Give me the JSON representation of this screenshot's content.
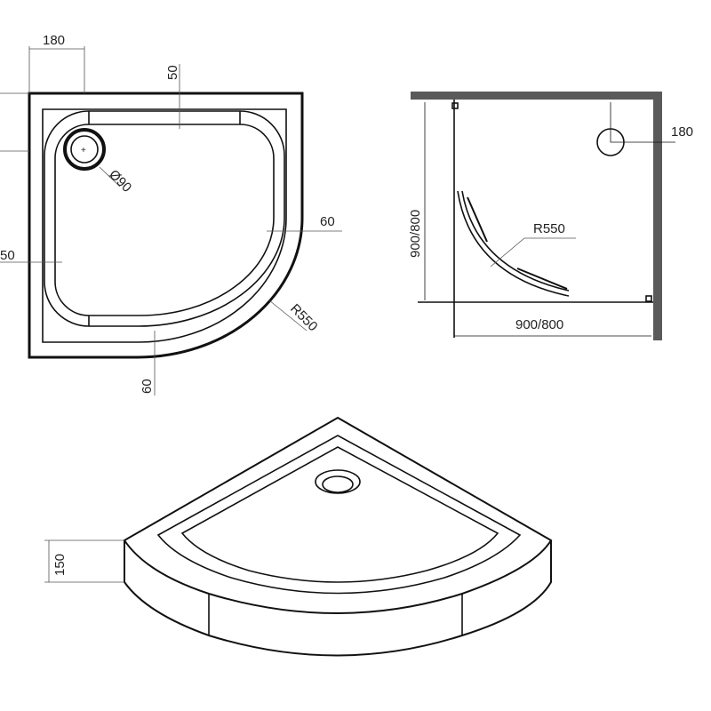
{
  "plan_view": {
    "dim_drain_offset": "180",
    "dim_top_rim": "50",
    "dim_drain_diameter": "Ø90",
    "dim_side_rim_right": "60",
    "dim_left_rim": "50",
    "dim_radius": "R550",
    "dim_bottom_rim": "60"
  },
  "install_view": {
    "dim_height": "900/800",
    "dim_radius": "R550",
    "dim_width": "900/800",
    "dim_drain_offset": "180",
    "wall_color": "#5a5a5a"
  },
  "iso_view": {
    "dim_tray_height": "150"
  }
}
